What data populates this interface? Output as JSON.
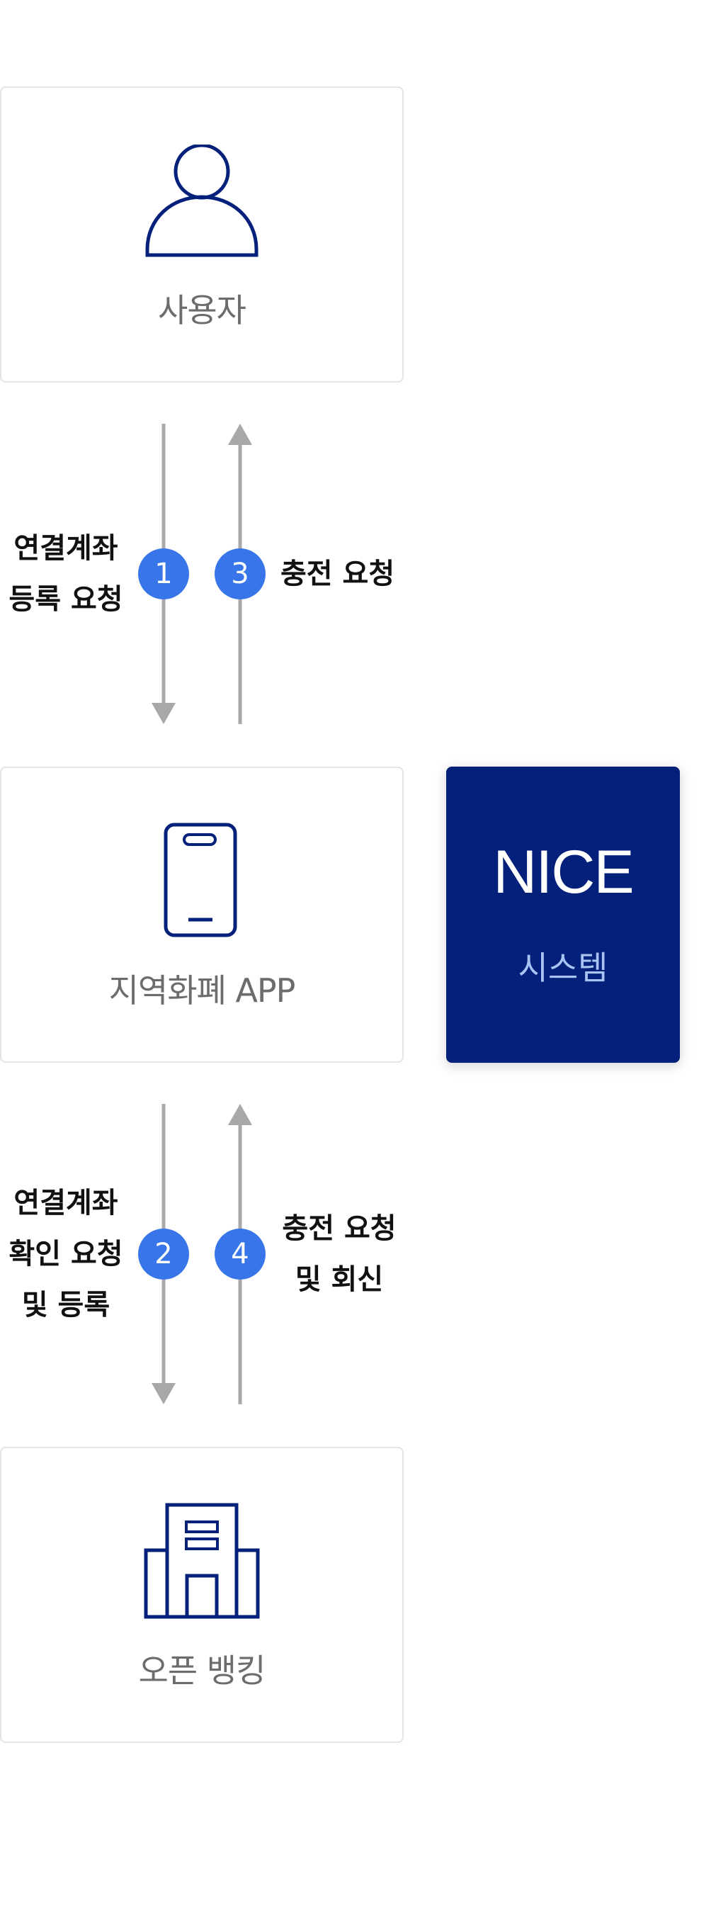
{
  "nodes": {
    "user": {
      "label": "사용자",
      "icon": "user-icon"
    },
    "app": {
      "label": "지역화폐 APP",
      "icon": "smartphone-icon"
    },
    "bank": {
      "label": "오픈 뱅킹",
      "icon": "building-icon"
    },
    "nice": {
      "title": "NICE",
      "subtitle": "시스템"
    }
  },
  "steps": [
    {
      "number": "1",
      "lines": [
        "연결계좌",
        "등록 요청"
      ],
      "direction": "down"
    },
    {
      "number": "3",
      "lines": [
        "충전 요청"
      ],
      "direction": "up"
    },
    {
      "number": "2",
      "lines": [
        "연결계좌",
        "확인 요청",
        "및 등록"
      ],
      "direction": "down"
    },
    {
      "number": "4",
      "lines": [
        "충전 요청",
        "및 회신"
      ],
      "direction": "up"
    }
  ],
  "colors": {
    "navy": "#03207a",
    "step_blue": "#3775e8",
    "arrow_gray": "#a8a8a8",
    "border_gray": "#e4e4e4",
    "label_gray": "#6c6c6c",
    "nice_sub": "#a9c4f2"
  }
}
